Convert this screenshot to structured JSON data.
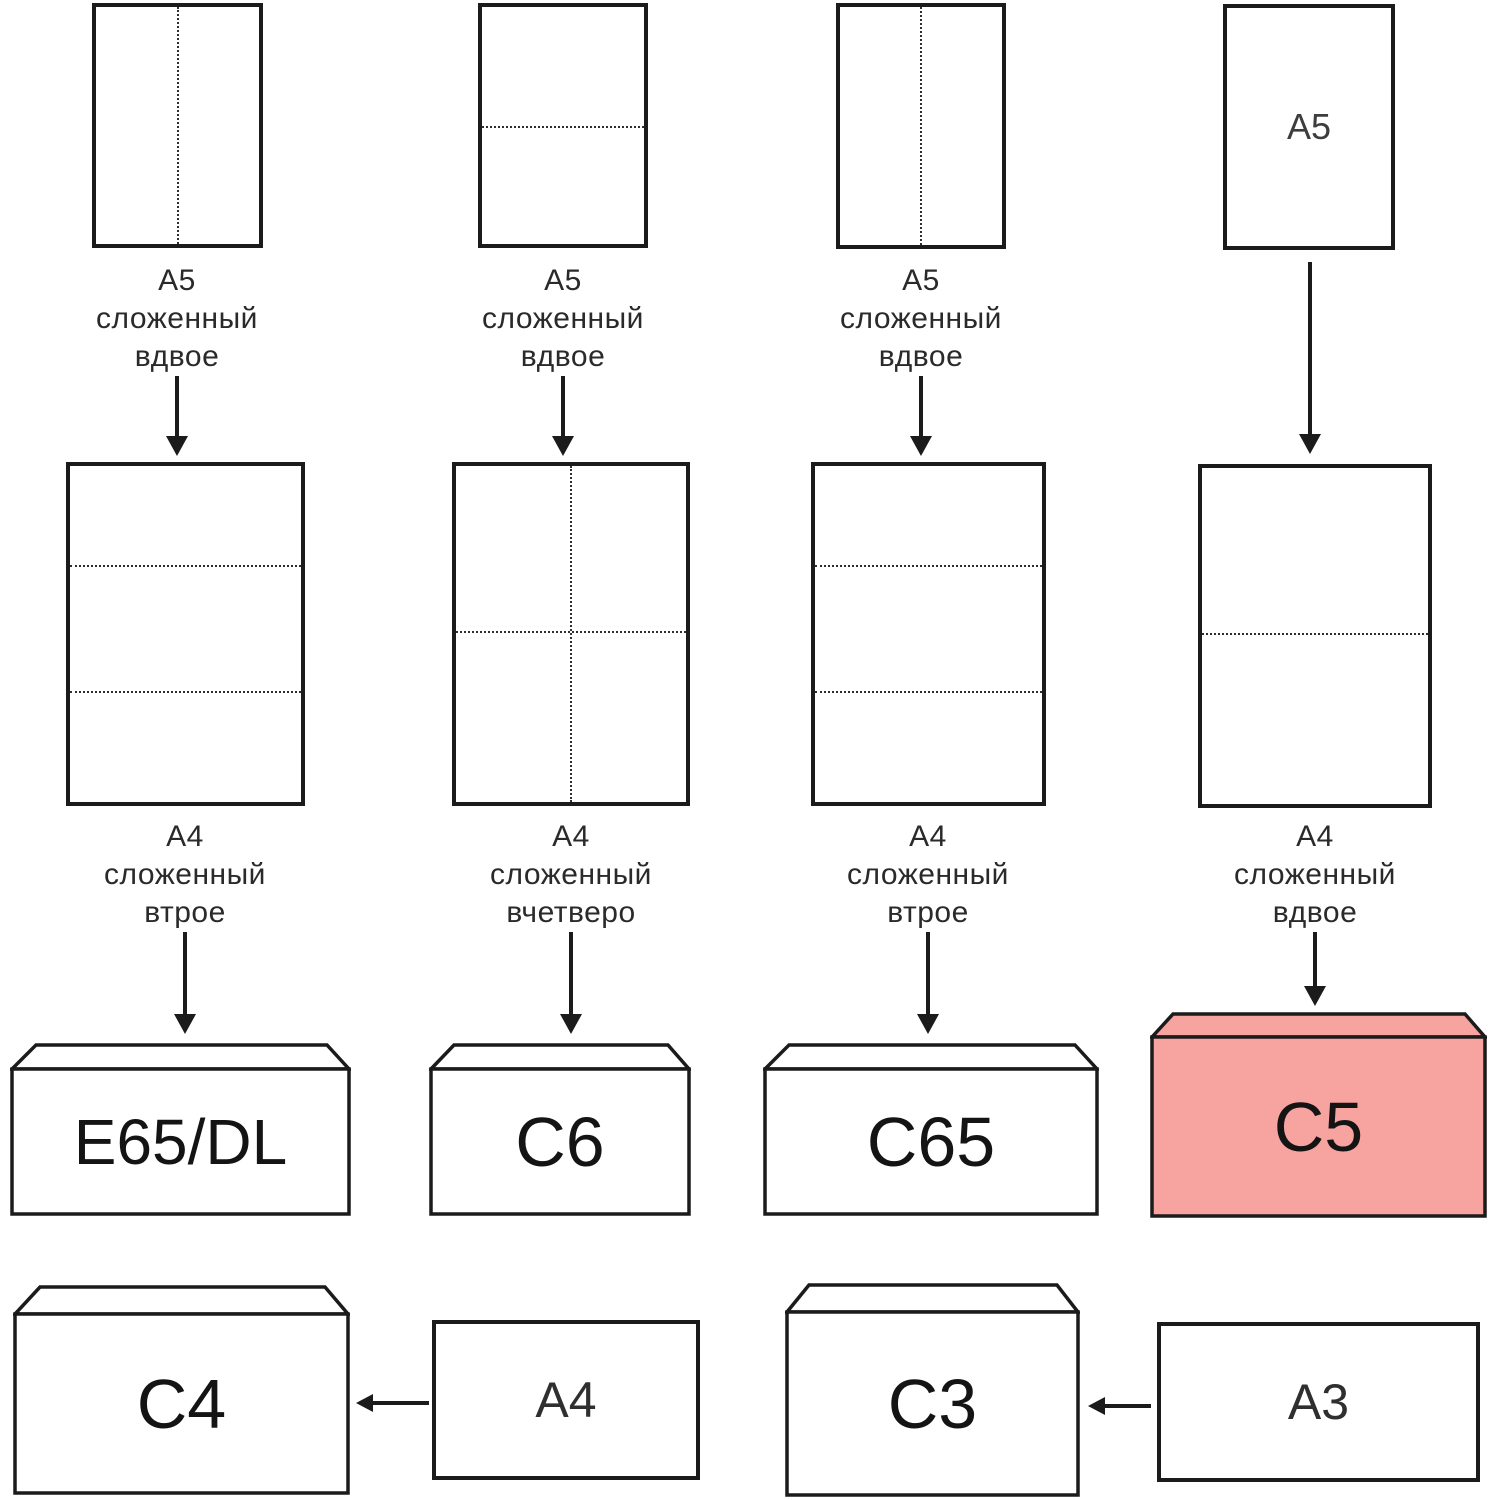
{
  "diagram": {
    "colors": {
      "highlight": "#f7a4a1",
      "line": "#1b1b1b"
    },
    "columns": [
      {
        "top_caption": [
          "А5",
          "сложенный",
          "вдвое"
        ],
        "mid_caption": [
          "А4",
          "сложенный",
          "втрое"
        ],
        "envelope_label": "E65/DL"
      },
      {
        "top_caption": [
          "А5",
          "сложенный",
          "вдвое"
        ],
        "mid_caption": [
          "А4",
          "сложенный",
          "вчетверо"
        ],
        "envelope_label": "C6"
      },
      {
        "top_caption": [
          "А5",
          "сложенный",
          "вдвое"
        ],
        "mid_caption": [
          "А4",
          "сложенный",
          "втрое"
        ],
        "envelope_label": "C65"
      },
      {
        "top_sheet_label": "А5",
        "mid_caption": [
          "А4",
          "сложенный",
          "вдвое"
        ],
        "envelope_label": "C5"
      }
    ],
    "bottom": [
      {
        "envelope_label": "C4",
        "sheet_label": "А4"
      },
      {
        "envelope_label": "C3",
        "sheet_label": "А3"
      }
    ]
  }
}
